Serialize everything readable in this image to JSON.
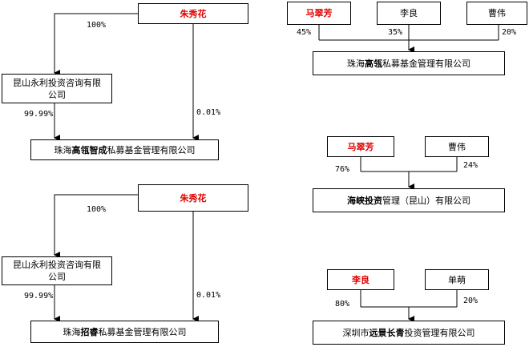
{
  "diagram1": {
    "top": "朱秀花",
    "mid_line1": "昆山永利投资咨询有限",
    "mid_line2": "公司",
    "pct_top": "100%",
    "pct_mid": "99.99%",
    "pct_direct": "0.01%",
    "bottom_pre": "珠海",
    "bottom_bold": "高瓴智成",
    "bottom_post": "私募基金管理有限公司"
  },
  "diagram2": {
    "top": "朱秀花",
    "mid_line1": "昆山永利投资咨询有限",
    "mid_line2": "公司",
    "pct_top": "100%",
    "pct_mid": "99.99%",
    "pct_direct": "0.01%",
    "bottom_pre": "珠海",
    "bottom_bold": "招睿",
    "bottom_post": "私募基金管理有限公司"
  },
  "diagram3": {
    "holders": [
      "马翠芳",
      "李良",
      "曹伟"
    ],
    "pcts": [
      "45%",
      "35%",
      "20%"
    ],
    "bottom_pre": "珠海",
    "bottom_bold": "高瓴",
    "bottom_post": "私募基金管理有限公司"
  },
  "diagram4": {
    "holders": [
      "马翠芳",
      "曹伟"
    ],
    "pcts": [
      "76%",
      "24%"
    ],
    "bottom_bold": "海峡投资",
    "bottom_post": "管理（昆山）有限公司"
  },
  "diagram5": {
    "holders": [
      "李良",
      "单萌"
    ],
    "pcts": [
      "80%",
      "20%"
    ],
    "bottom_pre": "深圳市",
    "bottom_bold": "远景长青",
    "bottom_post": "投资管理有限公司"
  },
  "colors": {
    "highlight": "#e00000",
    "line": "#000000"
  }
}
